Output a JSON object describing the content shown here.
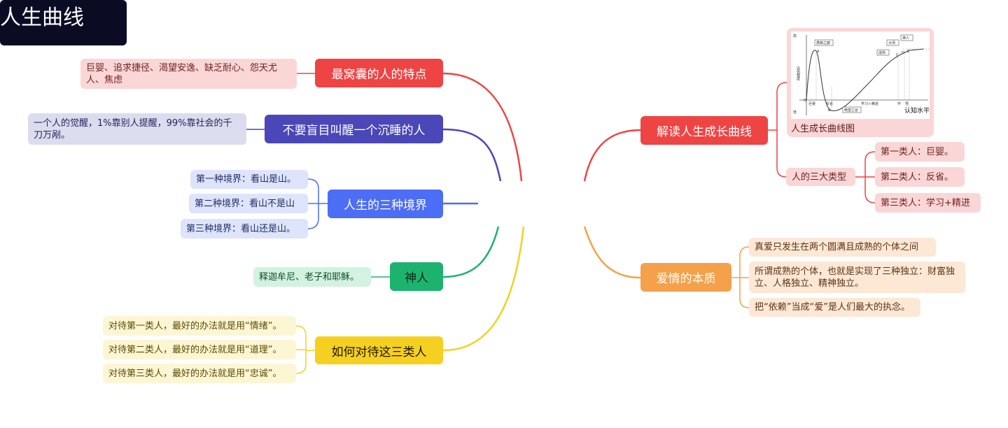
{
  "center": "人生曲线",
  "left": [
    {
      "title": "最窝囊的人的特点",
      "details": [
        "巨婴、追求捷径、渴望安逸、缺乏耐心、怨天尤人、焦虑"
      ]
    },
    {
      "title": "不要盲目叫醒一个沉睡的人",
      "details": [
        "一个人的觉醒，1%靠别人提醒，99%靠社会的千刀万剐。"
      ]
    },
    {
      "title": "人生的三种境界",
      "details": [
        "第一种境界：看山是山。",
        "第二种境界：看山不是山",
        "第三种境界：看山还是山。"
      ]
    },
    {
      "title": "神人",
      "details": [
        "释迦牟尼、老子和耶稣。"
      ]
    },
    {
      "title": "如何对待这三类人",
      "details": [
        "对待第一类人，最好的办法就是用“情绪”。",
        "对待第二类人，最好的办法就是用“道理”。",
        "对待第三类人，最好的办法就是用“忠诚”。"
      ]
    }
  ],
  "right": [
    {
      "title": "解读人生成长曲线",
      "image_caption": "人生成长曲线图",
      "chart_labels": {
        "high": "高",
        "low": "低",
        "ylabel": "自信程度",
        "xlabel": "认知水平",
        "origin": "O",
        "peak": "愚昧之巅",
        "valley": "绝望之谷",
        "mature": "成熟",
        "master": "大师",
        "god": "神人",
        "x1": "巨婴",
        "x2": "反省",
        "x3": "学习＋精进",
        "x4": "开",
        "x5": "悟",
        "A": "A",
        "B": "B",
        "C": "C",
        "D": "D",
        "E": "E"
      },
      "types_title": "人的三大类型",
      "types": [
        "第一类人：巨婴。",
        "第二类人：反省。",
        "第三类人：学习+精进"
      ]
    },
    {
      "title": "爱情的本质",
      "details": [
        "真爱只发生在两个圆满且成熟的个体之间",
        "所谓成熟的个体，也就是实现了三种独立：财富独立、人格独立、精神独立。",
        "把“依赖”当成“爱”是人们最大的执念。"
      ]
    }
  ]
}
